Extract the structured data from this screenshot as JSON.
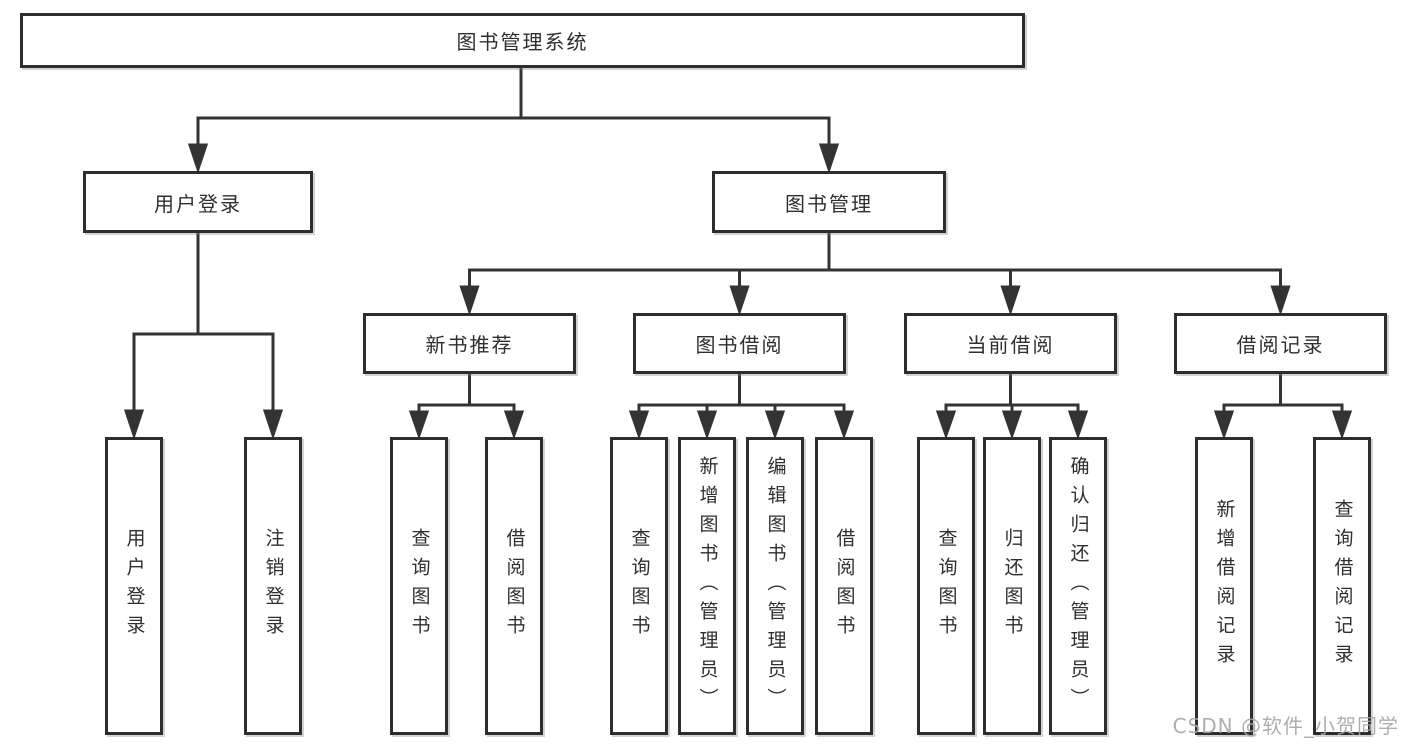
{
  "tree": {
    "label": "图书管理系统",
    "children": [
      {
        "label": "用户登录",
        "children": [
          {
            "label": "用户登录"
          },
          {
            "label": "注销登录"
          }
        ]
      },
      {
        "label": "图书管理",
        "children": [
          {
            "label": "新书推荐",
            "children": [
              {
                "label": "查询图书"
              },
              {
                "label": "借阅图书"
              }
            ]
          },
          {
            "label": "图书借阅",
            "children": [
              {
                "label": "查询图书"
              },
              {
                "label": "新增图书（管理员）"
              },
              {
                "label": "编辑图书（管理员）"
              },
              {
                "label": "借阅图书"
              }
            ]
          },
          {
            "label": "当前借阅",
            "children": [
              {
                "label": "查询图书"
              },
              {
                "label": "归还图书"
              },
              {
                "label": "确认归还（管理员）"
              }
            ]
          },
          {
            "label": "借阅记录",
            "children": [
              {
                "label": "新增借阅记录"
              },
              {
                "label": "查询借阅记录"
              }
            ]
          }
        ]
      }
    ]
  },
  "watermark": "CSDN @软件_小贺同学",
  "colors": {
    "line": "#333333",
    "box_border": "#2d2d2d",
    "box_fill": "#ffffff",
    "text": "#2f2f2f",
    "watermark": "#a6a6a6"
  }
}
